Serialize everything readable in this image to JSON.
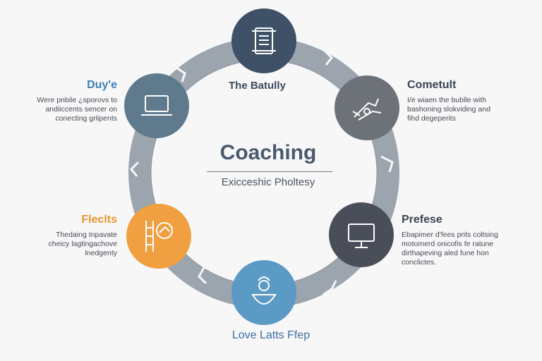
{
  "colors": {
    "ring": "#9ca5ae",
    "node_top": "#3f5166",
    "node_upper_left": "#5e7a8c",
    "node_upper_right": "#6d7278",
    "node_lower_left": "#f0a040",
    "node_lower_right": "#4a4e58",
    "node_bottom": "#5a9ac4",
    "accent_blue": "#3e7fb8",
    "accent_orange": "#e8952c"
  },
  "center": {
    "title": "Coaching",
    "subtitle": "Exicceshic Pholtesy"
  },
  "nodes": {
    "top": {
      "label": "The Batully",
      "icon": "scroll-icon"
    },
    "upper_left": {
      "icon": "laptop-icon"
    },
    "upper_right": {
      "icon": "tools-icon"
    },
    "lower_left": {
      "icon": "ladder-hand-icon"
    },
    "lower_right": {
      "icon": "monitor-icon"
    },
    "bottom": {
      "label": "Love Latts Ffep",
      "icon": "chef-bowl-icon"
    }
  },
  "blocks": {
    "upper_left": {
      "title": "Duy'e",
      "lines": [
        "Were pnbile ¿sporovs to",
        "andiiccents sencer on",
        "conecting grlipents"
      ]
    },
    "upper_right": {
      "title": "Cometult",
      "lines": [
        "I/e wiaen the bublle with",
        "bashoning slokviding and",
        "fihd degeperits"
      ]
    },
    "lower_left": {
      "title": "Fleclts",
      "lines": [
        "Thedaing Inpavate",
        "cheicy lagtingachove",
        "lnedgenty"
      ]
    },
    "lower_right": {
      "title": "Prefese",
      "lines": [
        "Ebapimer d'fees prits coltsing",
        "motomerd onicofis fe ratune",
        "dirthapeving aled fune hon",
        "conclictes."
      ]
    }
  }
}
